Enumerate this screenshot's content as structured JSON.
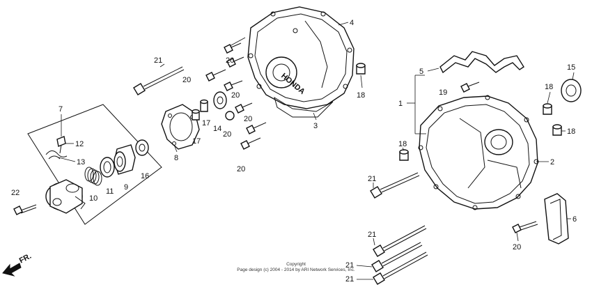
{
  "callouts": [
    {
      "id": "c4",
      "text": "4"
    },
    {
      "id": "c21a",
      "text": "21"
    },
    {
      "id": "c20a",
      "text": "20"
    },
    {
      "id": "c20b",
      "text": "20"
    },
    {
      "id": "c20c",
      "text": "20"
    },
    {
      "id": "c18a",
      "text": "18"
    },
    {
      "id": "c7",
      "text": "7"
    },
    {
      "id": "c12",
      "text": "12"
    },
    {
      "id": "c13",
      "text": "13"
    },
    {
      "id": "c8",
      "text": "8"
    },
    {
      "id": "c17a",
      "text": "17"
    },
    {
      "id": "c17b",
      "text": "17"
    },
    {
      "id": "c14",
      "text": "14"
    },
    {
      "id": "c20d",
      "text": "20"
    },
    {
      "id": "c20e",
      "text": "20"
    },
    {
      "id": "c3",
      "text": "3"
    },
    {
      "id": "c20f",
      "text": "20"
    },
    {
      "id": "c22",
      "text": "22"
    },
    {
      "id": "c10",
      "text": "10"
    },
    {
      "id": "c11",
      "text": "11"
    },
    {
      "id": "c9",
      "text": "9"
    },
    {
      "id": "c16",
      "text": "16"
    },
    {
      "id": "c5",
      "text": "5"
    },
    {
      "id": "c1",
      "text": "1"
    },
    {
      "id": "c19",
      "text": "19"
    },
    {
      "id": "c15",
      "text": "15"
    },
    {
      "id": "c18b",
      "text": "18"
    },
    {
      "id": "c18c",
      "text": "18"
    },
    {
      "id": "c18d",
      "text": "18"
    },
    {
      "id": "c2",
      "text": "2"
    },
    {
      "id": "c21b",
      "text": "21"
    },
    {
      "id": "c6",
      "text": "6"
    },
    {
      "id": "c20g",
      "text": "20"
    },
    {
      "id": "c21c",
      "text": "21"
    },
    {
      "id": "c21d",
      "text": "21"
    },
    {
      "id": "c21e",
      "text": "21"
    }
  ],
  "cover_logo": "HONDA",
  "direction_label": "FR.",
  "copyright": {
    "line1": "Copyright",
    "line2": "Page design (c) 2004 - 2014 by ARI Network Services, Inc."
  }
}
